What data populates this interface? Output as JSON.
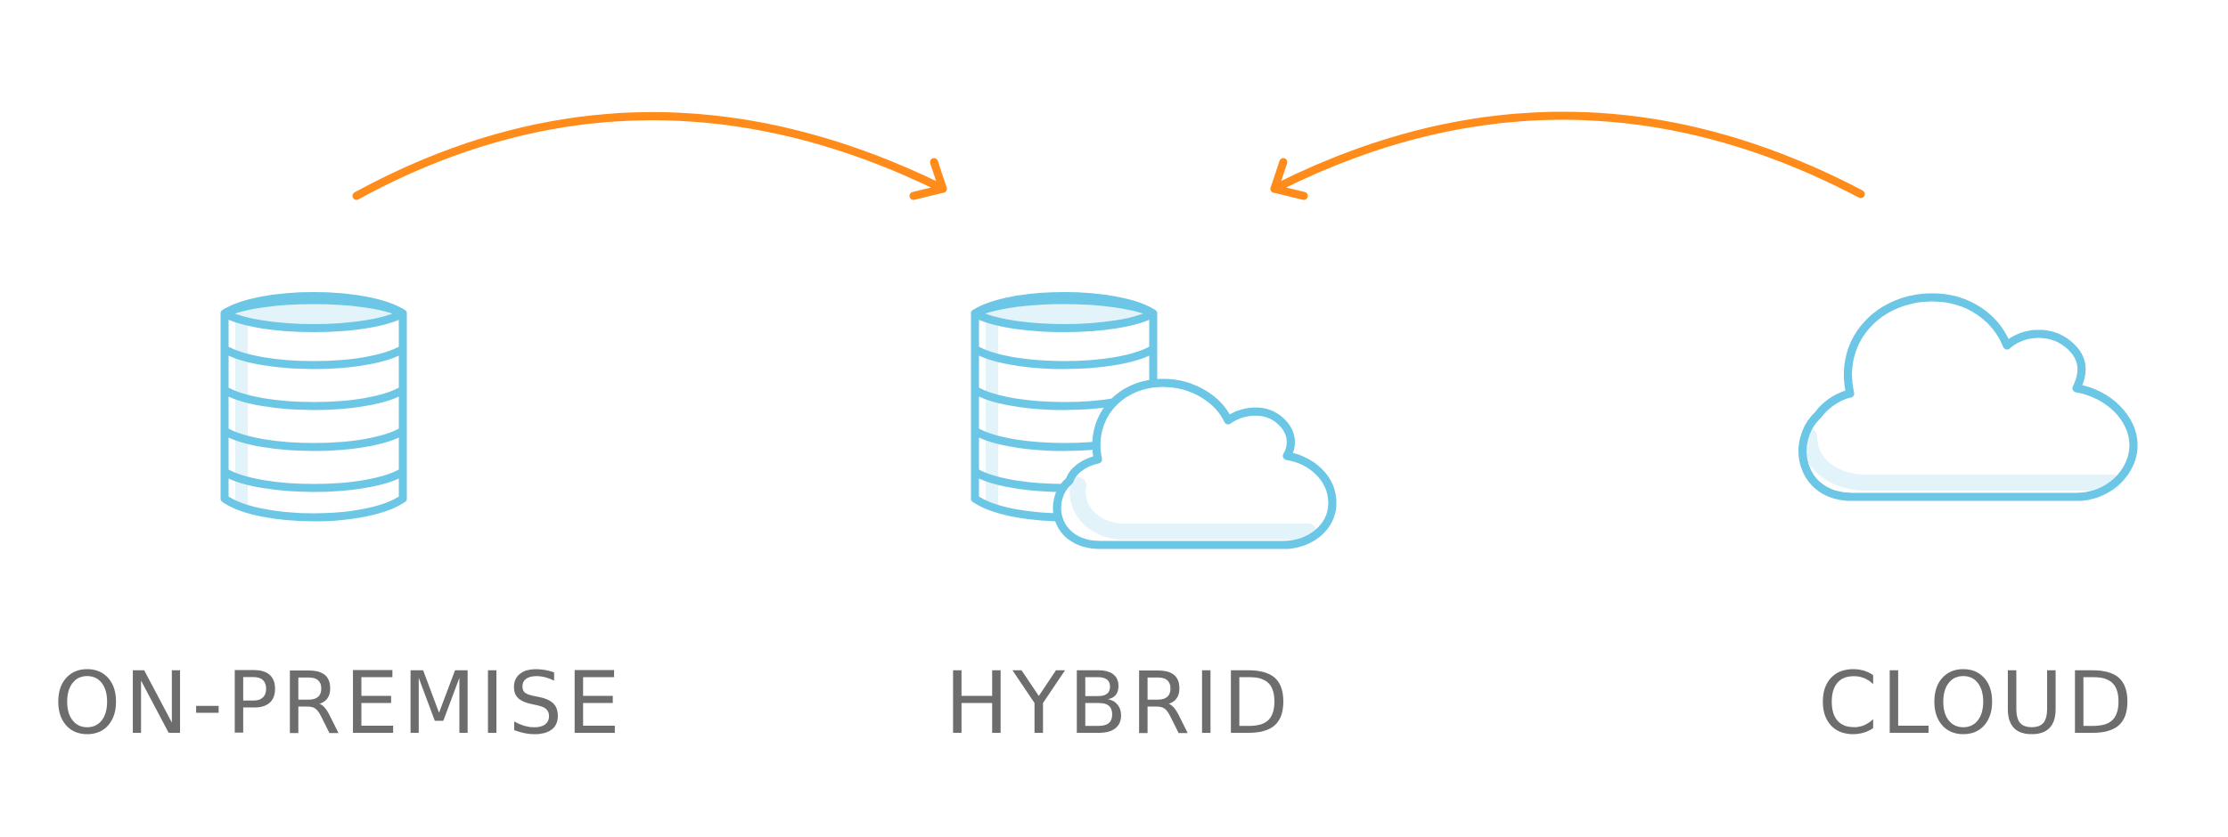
{
  "labels": {
    "on_premise": "ON-PREMISE",
    "hybrid": "HYBRID",
    "cloud": "CLOUD"
  },
  "icons": {
    "on_premise": "database-icon",
    "hybrid": "database-with-cloud-icon",
    "cloud": "cloud-icon"
  },
  "arrows": [
    {
      "from": "ON-PREMISE",
      "to": "HYBRID"
    },
    {
      "from": "CLOUD",
      "to": "HYBRID"
    }
  ],
  "colors": {
    "arrow": "#FF8C1A",
    "icon_stroke": "#6CC6E6",
    "icon_fill": "#E3F3FA",
    "text": "#6D6D6D",
    "background": "#FFFFFF"
  }
}
